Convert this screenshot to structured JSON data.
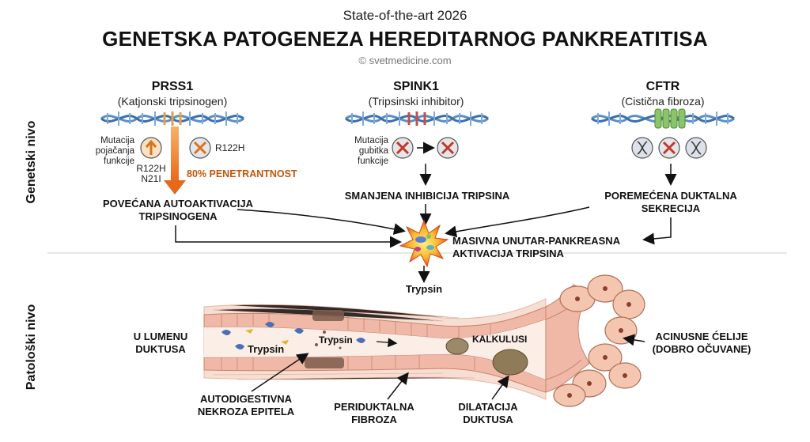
{
  "header": {
    "subtitle": "State-of-the-art 2026",
    "title": "GENETSKA PATOGENEZA HEREDITARNOG PANKREATITISA",
    "copyright": "© svetmedicine.com"
  },
  "levels": {
    "genetic": "Genetski nivo",
    "pathologic": "Patološki nivo"
  },
  "genes": {
    "prss1": {
      "name": "PRSS1",
      "desc": "(Katjonski tripsinogen)",
      "mutation_type": "Mutacija pojačanja funkcije",
      "variant_a": "R122H",
      "variant_b": "R122H N21I",
      "penetrance": "80% PENETRANTNOST",
      "effect": "POVEĆANA AUTOAKTIVACIJA TRIPSINOGENA"
    },
    "spink1": {
      "name": "SPINK1",
      "desc": "(Tripsinski inhibitor)",
      "mutation_type": "Mutacija gubitka funkcije",
      "effect": "SMANJENA INHIBICIJA TRIPSINA"
    },
    "cftr": {
      "name": "CFTR",
      "desc": "(Cistična fibroza)",
      "effect": "POREMEĆENA DUKTALNA SEKRECIJA"
    }
  },
  "convergence": {
    "label": "MASIVNA UNUTAR-PANKREASNA AKTIVACIJA TRIPSINA",
    "trypsin_label": "Trypsin"
  },
  "pathology": {
    "lumen": "U LUMENU DUKTUSA",
    "trypsin_a": "Trypsin",
    "trypsin_b": "Trypsin",
    "calculi": "KALKULUSI",
    "acinar": "ACINUSNE ĆELIJE (DOBRO OČUVANE)",
    "necrosis": "AUTODIGESTIVNA NEKROZA EPITELA",
    "fibrosis": "PERIDUKTALNA FIBROZA",
    "dilation": "DILATACIJA DUKTUSA"
  },
  "colors": {
    "penetrance_arrow": "#e8681a",
    "dna_blue": "#5b8fc4",
    "dna_orange": "#e5a04a",
    "dna_red": "#c0504d",
    "cftr_green": "#8cc46a",
    "duct_pink": "#f2c2b0",
    "tissue": "#f5d9c8"
  },
  "icons": {
    "gain": "up-arrow-icon",
    "loss": "x-mark-icon",
    "dna": "dna-helix-icon",
    "burst": "activation-burst-icon"
  }
}
